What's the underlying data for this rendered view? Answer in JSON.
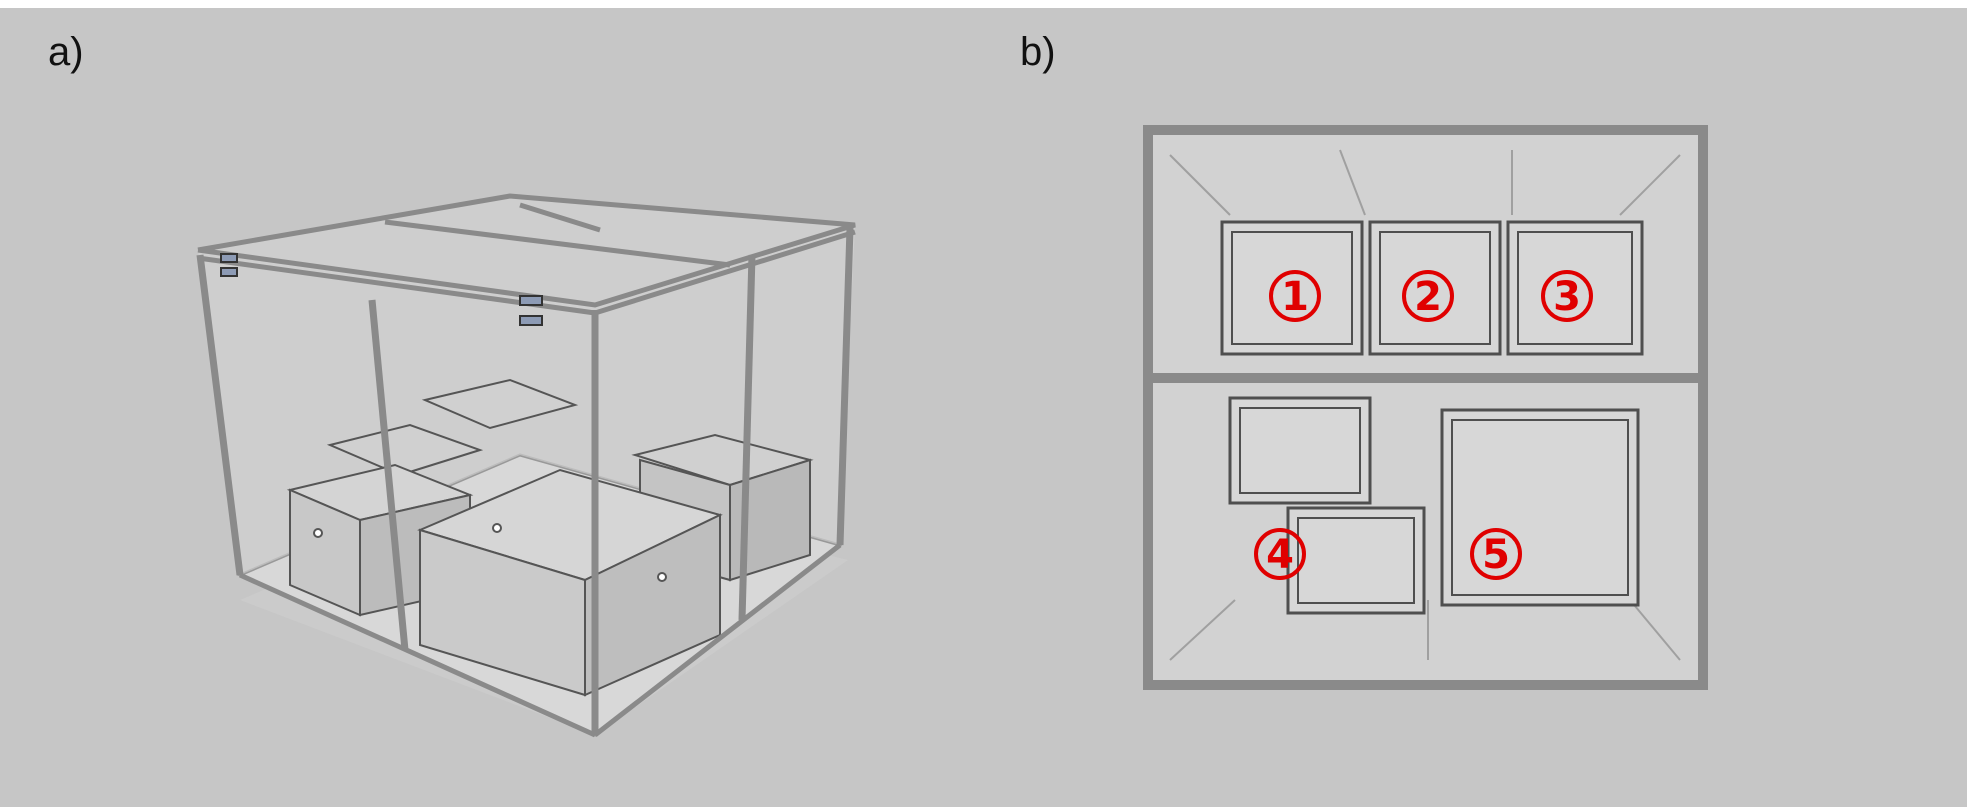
{
  "panels": {
    "a": {
      "label": "a)"
    },
    "b": {
      "label": "b)"
    }
  },
  "top_view_numbers": [
    "1",
    "2",
    "3",
    "4",
    "5"
  ],
  "colors": {
    "background": "#c6c6c6",
    "frame": "#8a8a8a",
    "number_red": "#e00000"
  }
}
